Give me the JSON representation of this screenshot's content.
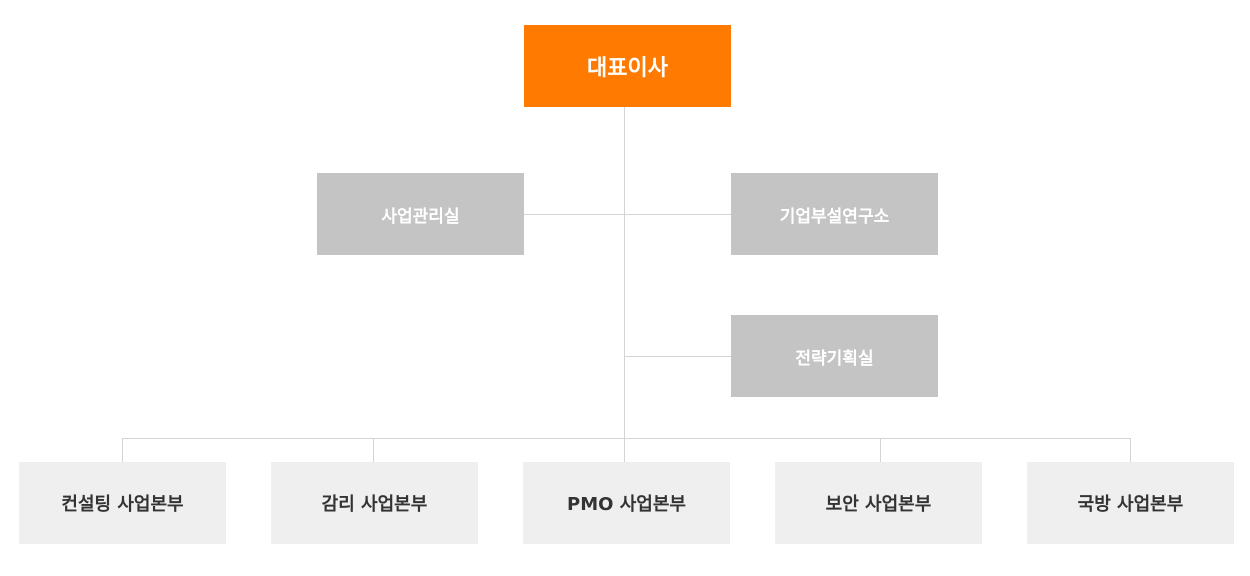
{
  "org_chart": {
    "ceo": "대표이사",
    "staff": {
      "management_office": "사업관리실",
      "research_lab": "기업부설연구소",
      "strategy_office": "전략기획실"
    },
    "divisions": [
      "컨설팅 사업본부",
      "감리 사업본부",
      "PMO 사업본부",
      "보안 사업본부",
      "국방 사업본부"
    ]
  },
  "colors": {
    "ceo_box": "#ff7a00",
    "staff_box": "#c4c4c4",
    "division_box": "#efefef",
    "connector": "#d4d4d4"
  }
}
